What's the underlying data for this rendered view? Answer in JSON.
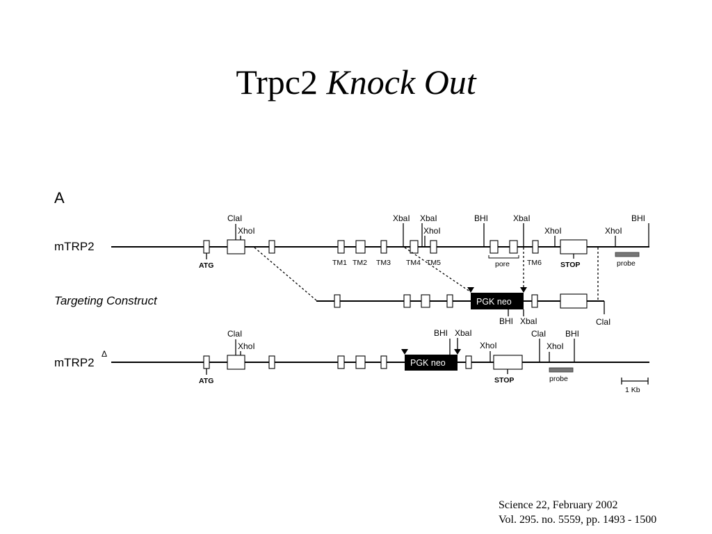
{
  "title": {
    "plain": "Trpc2",
    "italic": "Knock Out"
  },
  "figure": {
    "panel_label": "A",
    "rows": {
      "wildtype": "mTRP2",
      "construct": "Targeting Construct",
      "mutant": "mTRP2",
      "mutant_superscript": "Δ"
    },
    "sites": {
      "clai": "ClaI",
      "xhoi": "XhoI",
      "xbai": "XbaI",
      "bhi": "BHI"
    },
    "features": {
      "atg": "ATG",
      "stop": "STOP",
      "probe": "probe",
      "pore": "pore",
      "tm1": "TM1",
      "tm2": "TM2",
      "tm3": "TM3",
      "tm4": "TM4",
      "tm5": "TM5",
      "tm6": "TM6",
      "pgk_neo": "PGK neo",
      "scale": "1 Kb"
    }
  },
  "citation": {
    "line1": "Science 22, February 2002",
    "line2": "Vol. 295. no. 5559, pp. 1493 - 1500"
  }
}
